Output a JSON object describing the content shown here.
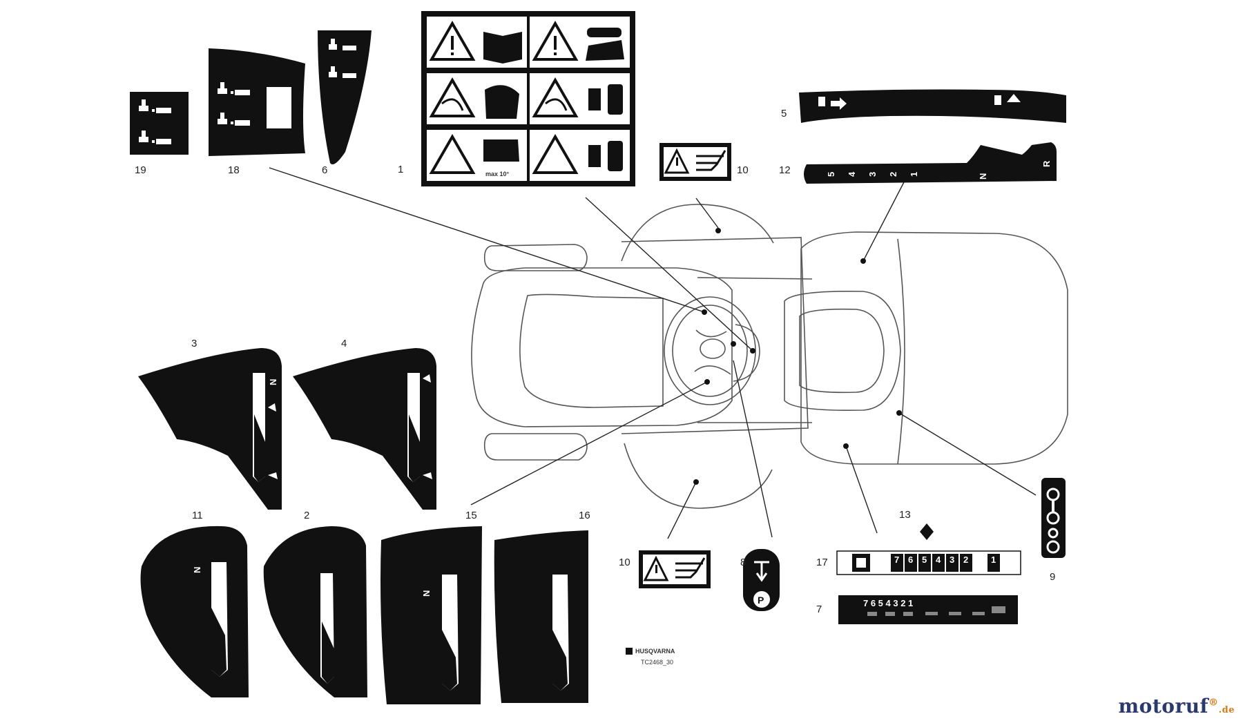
{
  "callouts": {
    "c1": "1",
    "c2": "2",
    "c3": "3",
    "c4": "4",
    "c5": "5",
    "c6": "6",
    "c7": "7",
    "c8": "8",
    "c9": "9",
    "c10a": "10",
    "c10b": "10",
    "c11": "11",
    "c12": "12",
    "c13": "13",
    "c15": "15",
    "c16": "16",
    "c17": "17",
    "c18": "18",
    "c19": "19"
  },
  "decal12": {
    "gears": [
      "5",
      "4",
      "3",
      "2",
      "1"
    ],
    "neutral": "N",
    "reverse": "R"
  },
  "decal17": {
    "gears": [
      "7",
      "6",
      "5",
      "4",
      "3",
      "2",
      "1"
    ]
  },
  "decal7": {
    "digits": "7 6 5 4 3 2 1"
  },
  "decal1": {
    "slope": "max 10°"
  },
  "decal_n": "N",
  "park": "P",
  "maker": {
    "brand": "HUSQVARNA",
    "code": "TC2468_30"
  },
  "brand": {
    "name": "motoruf",
    "suffix": ".de",
    "mark": "®"
  },
  "colors": {
    "ink": "#111111",
    "brand": "#2b3a6e",
    "accent": "#d67a18"
  }
}
